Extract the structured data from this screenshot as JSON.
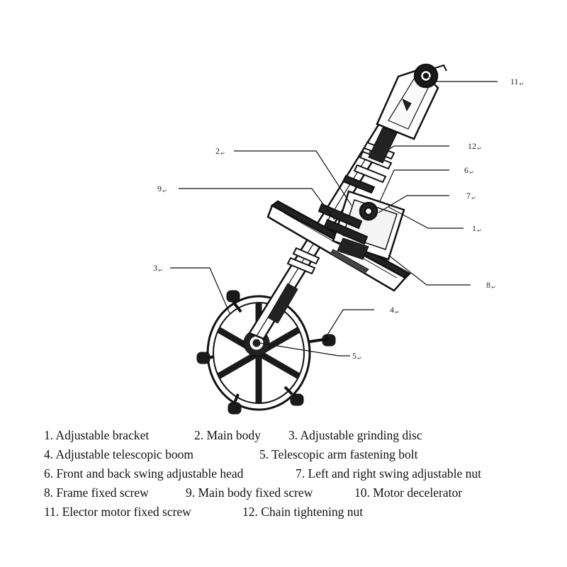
{
  "callouts": {
    "c1": "1",
    "c2": "2",
    "c3": "3",
    "c4": "4",
    "c5": "5",
    "c6": "6",
    "c7": "7",
    "c8": "8",
    "c9": "9",
    "c11": "11",
    "c12": "12",
    "return_mark": "↵"
  },
  "legend": {
    "row1": [
      "1. Adjustable bracket",
      "2. Main body",
      "3. Adjustable grinding disc"
    ],
    "row2": [
      "4. Adjustable telescopic boom",
      "5. Telescopic arm fastening bolt"
    ],
    "row3": [
      "6. Front and back swing adjustable head",
      "7. Left and right swing adjustable nut"
    ],
    "row4": [
      "8. Frame fixed screw",
      "9. Main body fixed screw",
      "10. Motor decelerator"
    ],
    "row5": [
      "11. Elector motor fixed screw",
      "12. Chain tightening nut"
    ]
  }
}
